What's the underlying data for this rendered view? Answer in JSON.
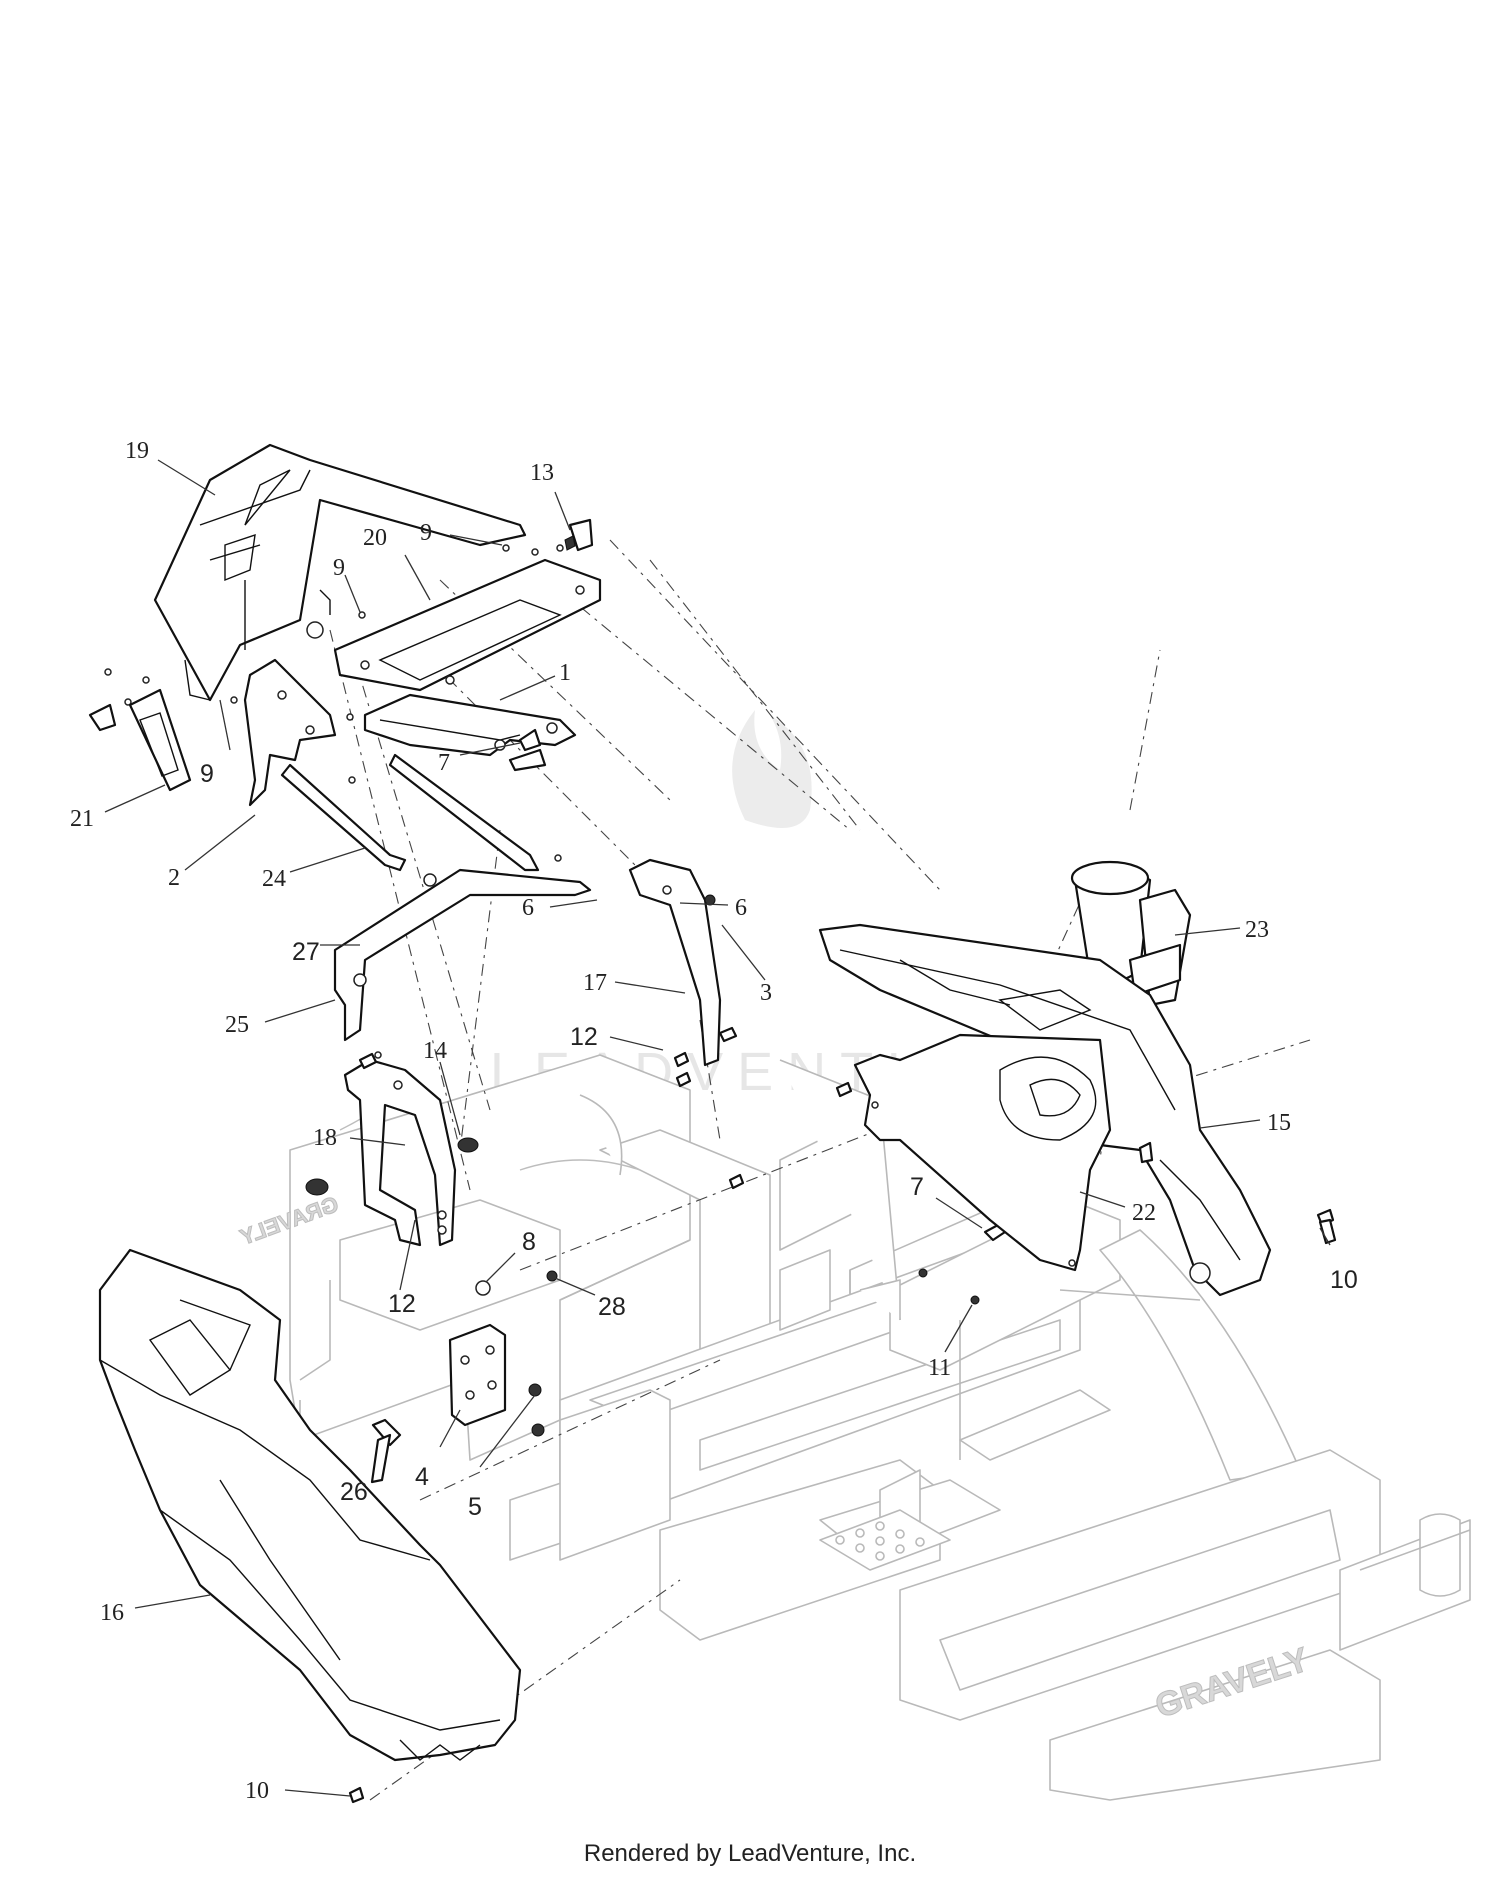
{
  "footer": "Rendered by LeadVenture, Inc.",
  "watermark": "LEADVENTURE",
  "frame_logos": [
    "GRAVELY",
    "GRAVELY"
  ],
  "callouts": [
    {
      "id": "c19",
      "text": "19"
    },
    {
      "id": "c13",
      "text": "13"
    },
    {
      "id": "c20",
      "text": "20"
    },
    {
      "id": "c9a",
      "text": "9"
    },
    {
      "id": "c9b",
      "text": "9"
    },
    {
      "id": "c1",
      "text": "1"
    },
    {
      "id": "c9c",
      "text": "9"
    },
    {
      "id": "c7a",
      "text": "7"
    },
    {
      "id": "c21",
      "text": "21"
    },
    {
      "id": "c2",
      "text": "2"
    },
    {
      "id": "c24",
      "text": "24"
    },
    {
      "id": "c27",
      "text": "27"
    },
    {
      "id": "c6a",
      "text": "6"
    },
    {
      "id": "c6b",
      "text": "6"
    },
    {
      "id": "c3",
      "text": "3"
    },
    {
      "id": "c23",
      "text": "23"
    },
    {
      "id": "c17",
      "text": "17"
    },
    {
      "id": "c25",
      "text": "25"
    },
    {
      "id": "c12a",
      "text": "12"
    },
    {
      "id": "c14",
      "text": "14"
    },
    {
      "id": "c15",
      "text": "15"
    },
    {
      "id": "c18",
      "text": "18"
    },
    {
      "id": "c7b",
      "text": "7"
    },
    {
      "id": "c8",
      "text": "8"
    },
    {
      "id": "c22",
      "text": "22"
    },
    {
      "id": "c10a",
      "text": "10"
    },
    {
      "id": "c12b",
      "text": "12"
    },
    {
      "id": "c28",
      "text": "28"
    },
    {
      "id": "c11",
      "text": "11"
    },
    {
      "id": "c26",
      "text": "26"
    },
    {
      "id": "c4",
      "text": "4"
    },
    {
      "id": "c5",
      "text": "5"
    },
    {
      "id": "c16",
      "text": "16"
    },
    {
      "id": "c10b",
      "text": "10"
    }
  ]
}
